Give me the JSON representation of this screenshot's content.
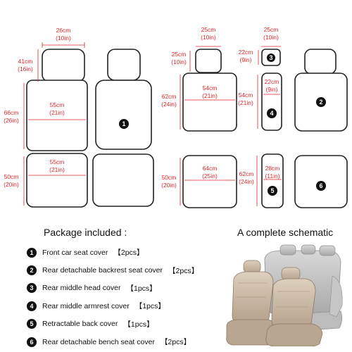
{
  "dimensions": {
    "seat1_head_width": [
      "26cm",
      "(10in)"
    ],
    "seat1_head_height": [
      "41cm",
      "(16in)"
    ],
    "seat1_back_height": [
      "66cm",
      "(26in)"
    ],
    "seat1_back_width": [
      "55cm",
      "(21in)"
    ],
    "seat1_bottom_width": [
      "55cm",
      "(21in)"
    ],
    "seat1_bottom_height": [
      "50cm",
      "(20in)"
    ],
    "rear_head_width": [
      "25cm",
      "(10in)"
    ],
    "rear_head_height": [
      "25cm",
      "(10in)"
    ],
    "rear_back_height": [
      "62cm",
      "(24in)"
    ],
    "rear_back_width": [
      "54cm",
      "(21in)"
    ],
    "middle_head_width": [
      "25cm",
      "(10in)"
    ],
    "middle_head_height": [
      "22cm",
      "(9in)"
    ],
    "armrest_height": [
      "54cm",
      "(21in)"
    ],
    "armrest_width": [
      "22cm",
      "(9in)"
    ],
    "bench_height": [
      "50cm",
      "(20in)"
    ],
    "bench_width": [
      "64cm",
      "(25in)"
    ],
    "retract_height": [
      "62cm",
      "(24in)"
    ],
    "retract_width": [
      "28cm",
      "(11in)"
    ]
  },
  "markers": [
    "1",
    "2",
    "3",
    "4",
    "5",
    "6"
  ],
  "package_title": "Package included :",
  "schematic_title": "A complete schematic",
  "package_items": [
    {
      "num": "1",
      "label": "Front car seat cover",
      "qty": "【2pcs】"
    },
    {
      "num": "2",
      "label": "Rear detachable backrest seat cover",
      "qty": "【2pcs】"
    },
    {
      "num": "3",
      "label": "Rear middle head cover",
      "qty": "【1pcs】"
    },
    {
      "num": "4",
      "label": "Rear middle armrest cover",
      "qty": "【1pcs】"
    },
    {
      "num": "5",
      "label": "Retractable back cover",
      "qty": "【1pcs】"
    },
    {
      "num": "6",
      "label": "Rear detachable bench seat cover",
      "qty": "【2pcs】"
    }
  ],
  "colors": {
    "dimension": "#e0282e",
    "outline": "#222222",
    "seat_gray": "#b9b9b9",
    "seat_beige": "#c9b7a0"
  }
}
